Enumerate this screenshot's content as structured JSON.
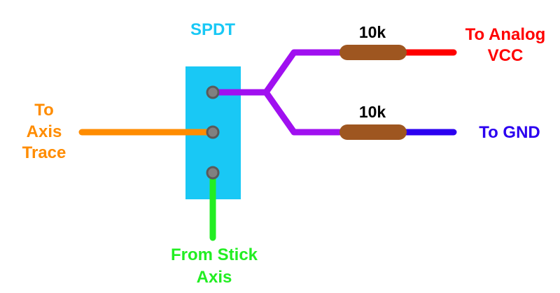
{
  "switch": {
    "label": "SPDT",
    "color": "#19c8f5",
    "pin_color": "#808080",
    "pin_ring_color": "#5a5a5a"
  },
  "resistors": [
    {
      "label": "10k",
      "body_color": "#9e5620"
    },
    {
      "label": "10k",
      "body_color": "#9e5620"
    }
  ],
  "labels": {
    "analog_vcc": {
      "lines": [
        "To Analog",
        "VCC"
      ],
      "color": "#ff0000"
    },
    "gnd": {
      "lines": [
        "To GND"
      ],
      "color": "#2b00f0"
    },
    "axis_trace": {
      "lines": [
        "To",
        "Axis",
        "Trace"
      ],
      "color": "#ff8c00"
    },
    "stick_axis": {
      "lines": [
        "From Stick",
        "Axis"
      ],
      "color": "#22ee22"
    }
  },
  "wires": {
    "vcc": "#ff0000",
    "gnd": "#2b00f0",
    "trace": "#ff8c00",
    "stick": "#22ee22",
    "split": "#a010f0"
  }
}
